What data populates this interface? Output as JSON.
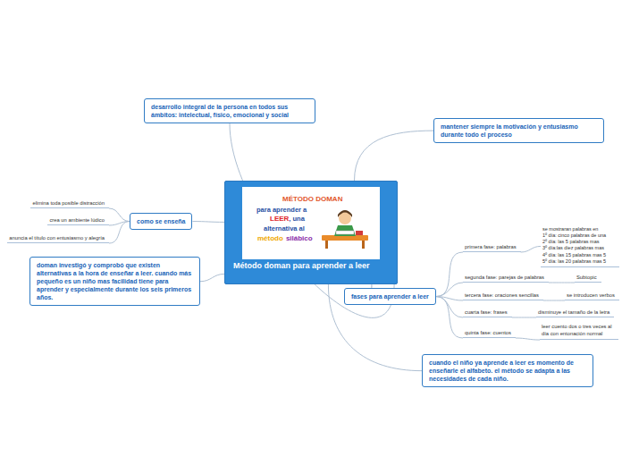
{
  "diagram": {
    "nodes": [
      {
        "text": [
          "Método doman para aprender  a leer"
        ]
      },
      {
        "text": [
          "desarrollo integral de la persona en todos sus ámbitos: intelectual, físico, emocional y social"
        ]
      },
      {
        "text": [
          "mantener siempre la motivación y entusiasmo durante todo el proceso"
        ]
      },
      {
        "text": [
          "como se enseña"
        ]
      },
      {
        "text": [
          "elimina toda posible distracción"
        ]
      },
      {
        "text": [
          "crea un ambiente lúdico"
        ]
      },
      {
        "text": [
          "anuncia el título con entusiasmo y alegría"
        ]
      },
      {
        "text": [
          "doman investigó y comprobó que existen alternativas a la hora de enseñar a leer. cuando más pequeño es un niño mas facilidad tiene para aprender y especialmente durante los seis primeros años."
        ]
      },
      {
        "text": [
          "fases para aprender a leer"
        ]
      },
      {
        "text": [
          "primera fase: palabras"
        ]
      },
      {
        "text": [
          "se mostraran palabras en",
          "1º día: cinco palabras de una",
          "2º día: las 5 palabras mas",
          "3º día:las diez palabras mas",
          "4º día: las 15 palabras mas 5",
          "5º día: las 20 palabras mas 5"
        ]
      },
      {
        "text": [
          "segunda fase: parejas de palabras"
        ]
      },
      {
        "text": [
          "Subtopic"
        ]
      },
      {
        "text": [
          "tercera fase: oraciones sencillas"
        ]
      },
      {
        "text": [
          "se introducen verbos"
        ]
      },
      {
        "text": [
          "cuarta fase: frases"
        ]
      },
      {
        "text": [
          "disminuye el tamaño de la letra"
        ]
      },
      {
        "text": [
          "quinta fase: cuentos"
        ]
      },
      {
        "text": [
          "leer cuento dos o tres veces al día con entonación normal"
        ]
      },
      {
        "text": [
          "cuando el niño ya aprende a leer es momento de enseñarle el alfabeto. el método se adapta a las necesidades de cada niño."
        ]
      }
    ],
    "edges": [
      {
        "from": 0,
        "to": 1,
        "arrow": "none"
      },
      {
        "from": 0,
        "to": 2,
        "arrow": "none"
      },
      {
        "from": 0,
        "to": 3,
        "arrow": "none"
      },
      {
        "from": 3,
        "to": 4,
        "arrow": "none"
      },
      {
        "from": 3,
        "to": 5,
        "arrow": "none"
      },
      {
        "from": 3,
        "to": 6,
        "arrow": "none"
      },
      {
        "from": 0,
        "to": 7,
        "arrow": "none"
      },
      {
        "from": 0,
        "to": 8,
        "arrow": "none"
      },
      {
        "from": 8,
        "to": 9,
        "arrow": "none"
      },
      {
        "from": 9,
        "to": 10,
        "arrow": "none"
      },
      {
        "from": 8,
        "to": 11,
        "arrow": "none"
      },
      {
        "from": 11,
        "to": 12,
        "arrow": "none"
      },
      {
        "from": 8,
        "to": 13,
        "arrow": "none"
      },
      {
        "from": 13,
        "to": 14,
        "arrow": "none"
      },
      {
        "from": 8,
        "to": 15,
        "arrow": "none"
      },
      {
        "from": 15,
        "to": 16,
        "arrow": "none"
      },
      {
        "from": 8,
        "to": 17,
        "arrow": "none"
      },
      {
        "from": 17,
        "to": 18,
        "arrow": "none"
      },
      {
        "from": 0,
        "to": 19,
        "arrow": "none"
      }
    ],
    "labels": [
      "MÉTODO DOMAN",
      "para aprender a",
      "LEER",
      ", una",
      "alternativa al",
      "método",
      "silábico"
    ]
  }
}
